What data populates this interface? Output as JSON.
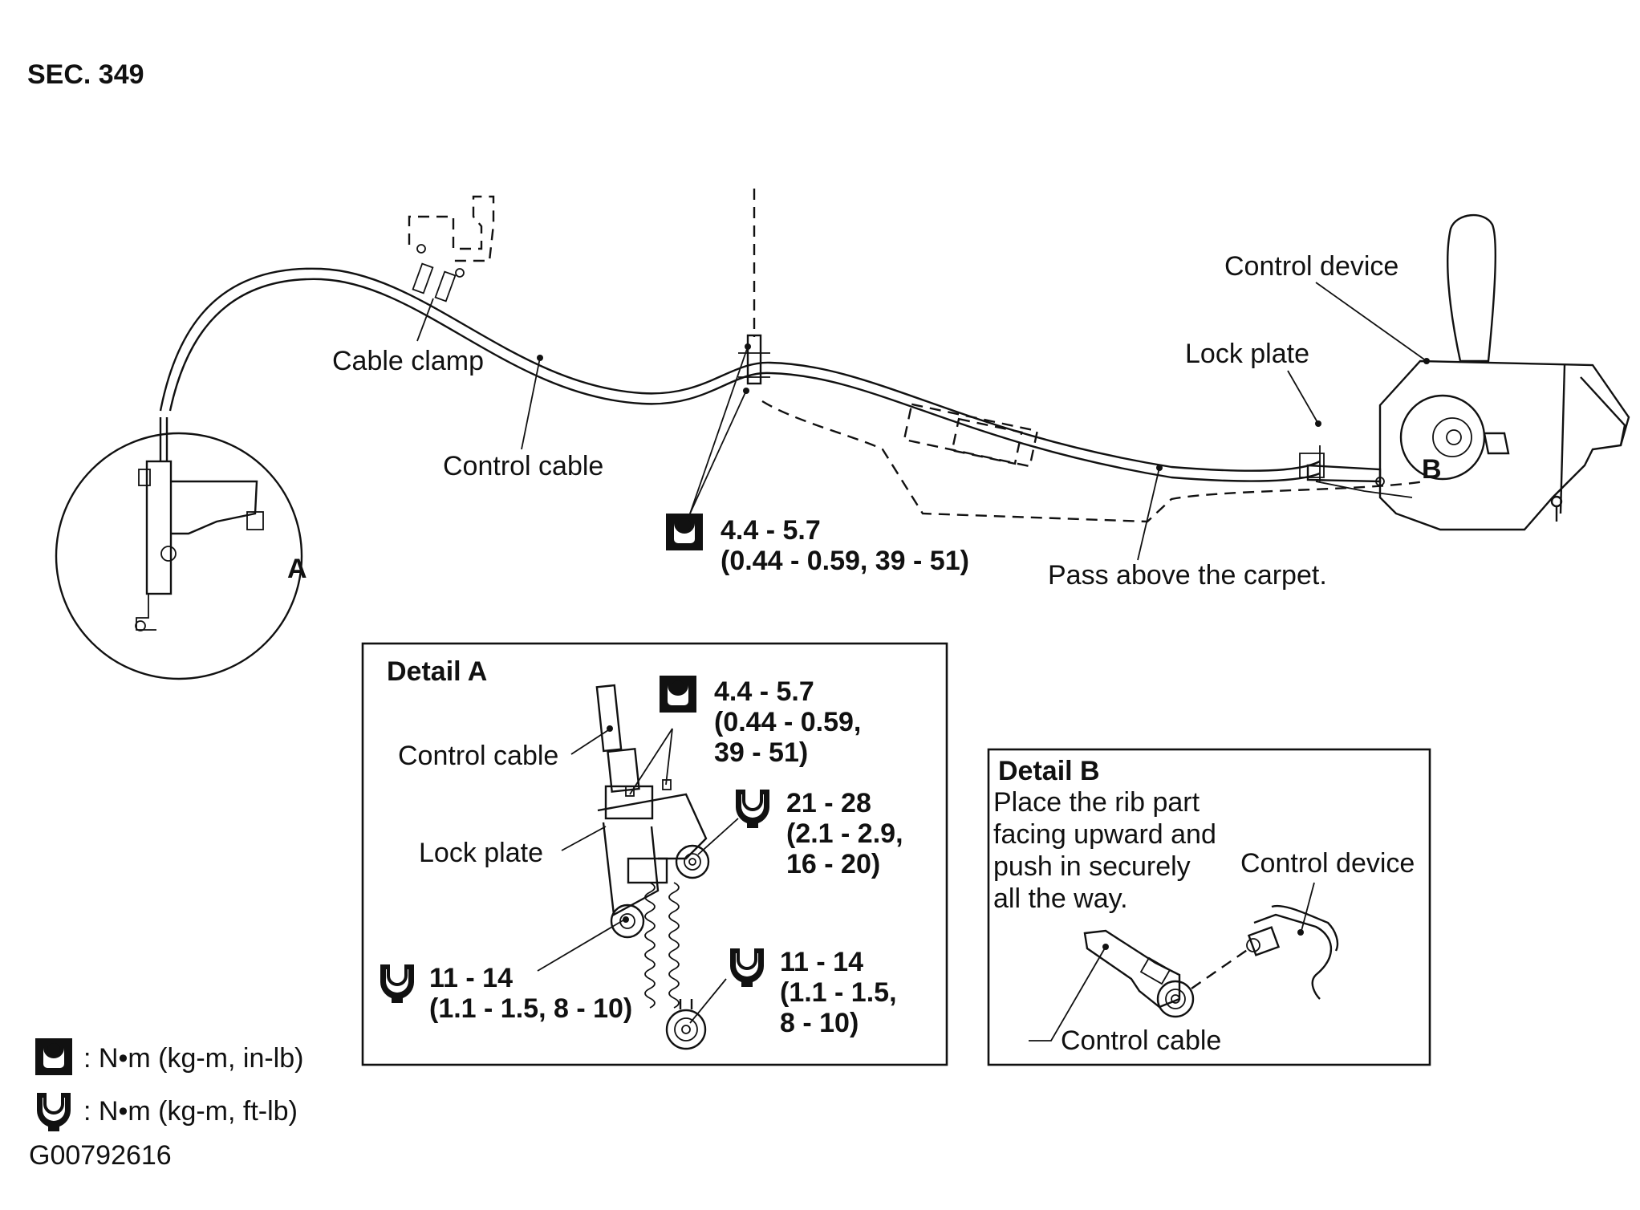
{
  "section_label": "SEC. 349",
  "figure_code": "G00792616",
  "main_labels": {
    "cable_clamp": "Cable clamp",
    "control_cable": "Control cable",
    "control_device": "Control device",
    "lock_plate": "Lock plate",
    "pass_above": "Pass above the carpet.",
    "detail_marker_a": "A",
    "detail_marker_b": "B"
  },
  "main_torque": {
    "line1": "4.4 - 5.7",
    "line2": "(0.44 - 0.59, 39 - 51)"
  },
  "detail_a": {
    "title": "Detail A",
    "control_cable": "Control cable",
    "lock_plate": "Lock plate",
    "torque_top": [
      "4.4 - 5.7",
      "(0.44 - 0.59,",
      "39 - 51)"
    ],
    "torque_right": [
      "21 - 28",
      "(2.1 - 2.9,",
      "16 - 20)"
    ],
    "torque_left": [
      "11 - 14",
      "(1.1 - 1.5, 8 - 10)"
    ],
    "torque_bottom": [
      "11 - 14",
      "(1.1 - 1.5,",
      "8 - 10)"
    ]
  },
  "detail_b": {
    "title": "Detail B",
    "instruction": [
      "Place the rib part",
      "facing upward and",
      "push in securely",
      "all the way."
    ],
    "control_device": "Control device",
    "control_cable": "Control cable"
  },
  "legend": [
    {
      "icon": "torque-wrench-inlb-icon",
      "text": ":  N•m  (kg-m,  in-lb)"
    },
    {
      "icon": "torque-wrench-ftlb-icon",
      "text": ":  N•m  (kg-m,  ft-lb)"
    }
  ]
}
